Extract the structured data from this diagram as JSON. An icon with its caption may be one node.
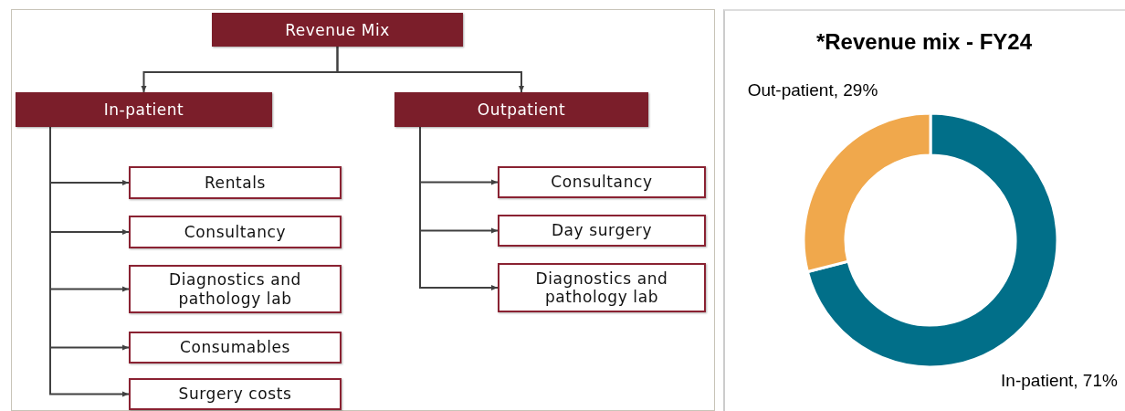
{
  "diagram": {
    "nodes": [
      {
        "text": [
          "Revenue Mix"
        ]
      },
      {
        "text": [
          "In-patient"
        ]
      },
      {
        "text": [
          "Outpatient"
        ]
      },
      {
        "text": [
          "Rentals"
        ]
      },
      {
        "text": [
          "Consultancy"
        ]
      },
      {
        "text": [
          "Diagnostics and pathology lab"
        ]
      },
      {
        "text": [
          "Consumables"
        ]
      },
      {
        "text": [
          "Surgery costs"
        ]
      },
      {
        "text": [
          "Consultancy"
        ]
      },
      {
        "text": [
          "Day surgery"
        ]
      },
      {
        "text": [
          "Diagnostics and pathology lab"
        ]
      }
    ],
    "edges": [
      {
        "from": 0,
        "to": 1,
        "arrow": "to"
      },
      {
        "from": 0,
        "to": 2,
        "arrow": "to"
      },
      {
        "from": 1,
        "to": 3,
        "arrow": "to"
      },
      {
        "from": 1,
        "to": 4,
        "arrow": "to"
      },
      {
        "from": 1,
        "to": 5,
        "arrow": "to"
      },
      {
        "from": 1,
        "to": 6,
        "arrow": "to"
      },
      {
        "from": 1,
        "to": 7,
        "arrow": "to"
      },
      {
        "from": 2,
        "to": 8,
        "arrow": "to"
      },
      {
        "from": 2,
        "to": 9,
        "arrow": "to"
      },
      {
        "from": 2,
        "to": 10,
        "arrow": "to"
      }
    ],
    "chart_data": {
      "type": "donut",
      "title": "*Revenue mix - FY24",
      "categories": [
        "In-patient",
        "Out-patient"
      ],
      "values": [
        71,
        29
      ],
      "value_labels": [
        "71%",
        "29%"
      ]
    }
  }
}
